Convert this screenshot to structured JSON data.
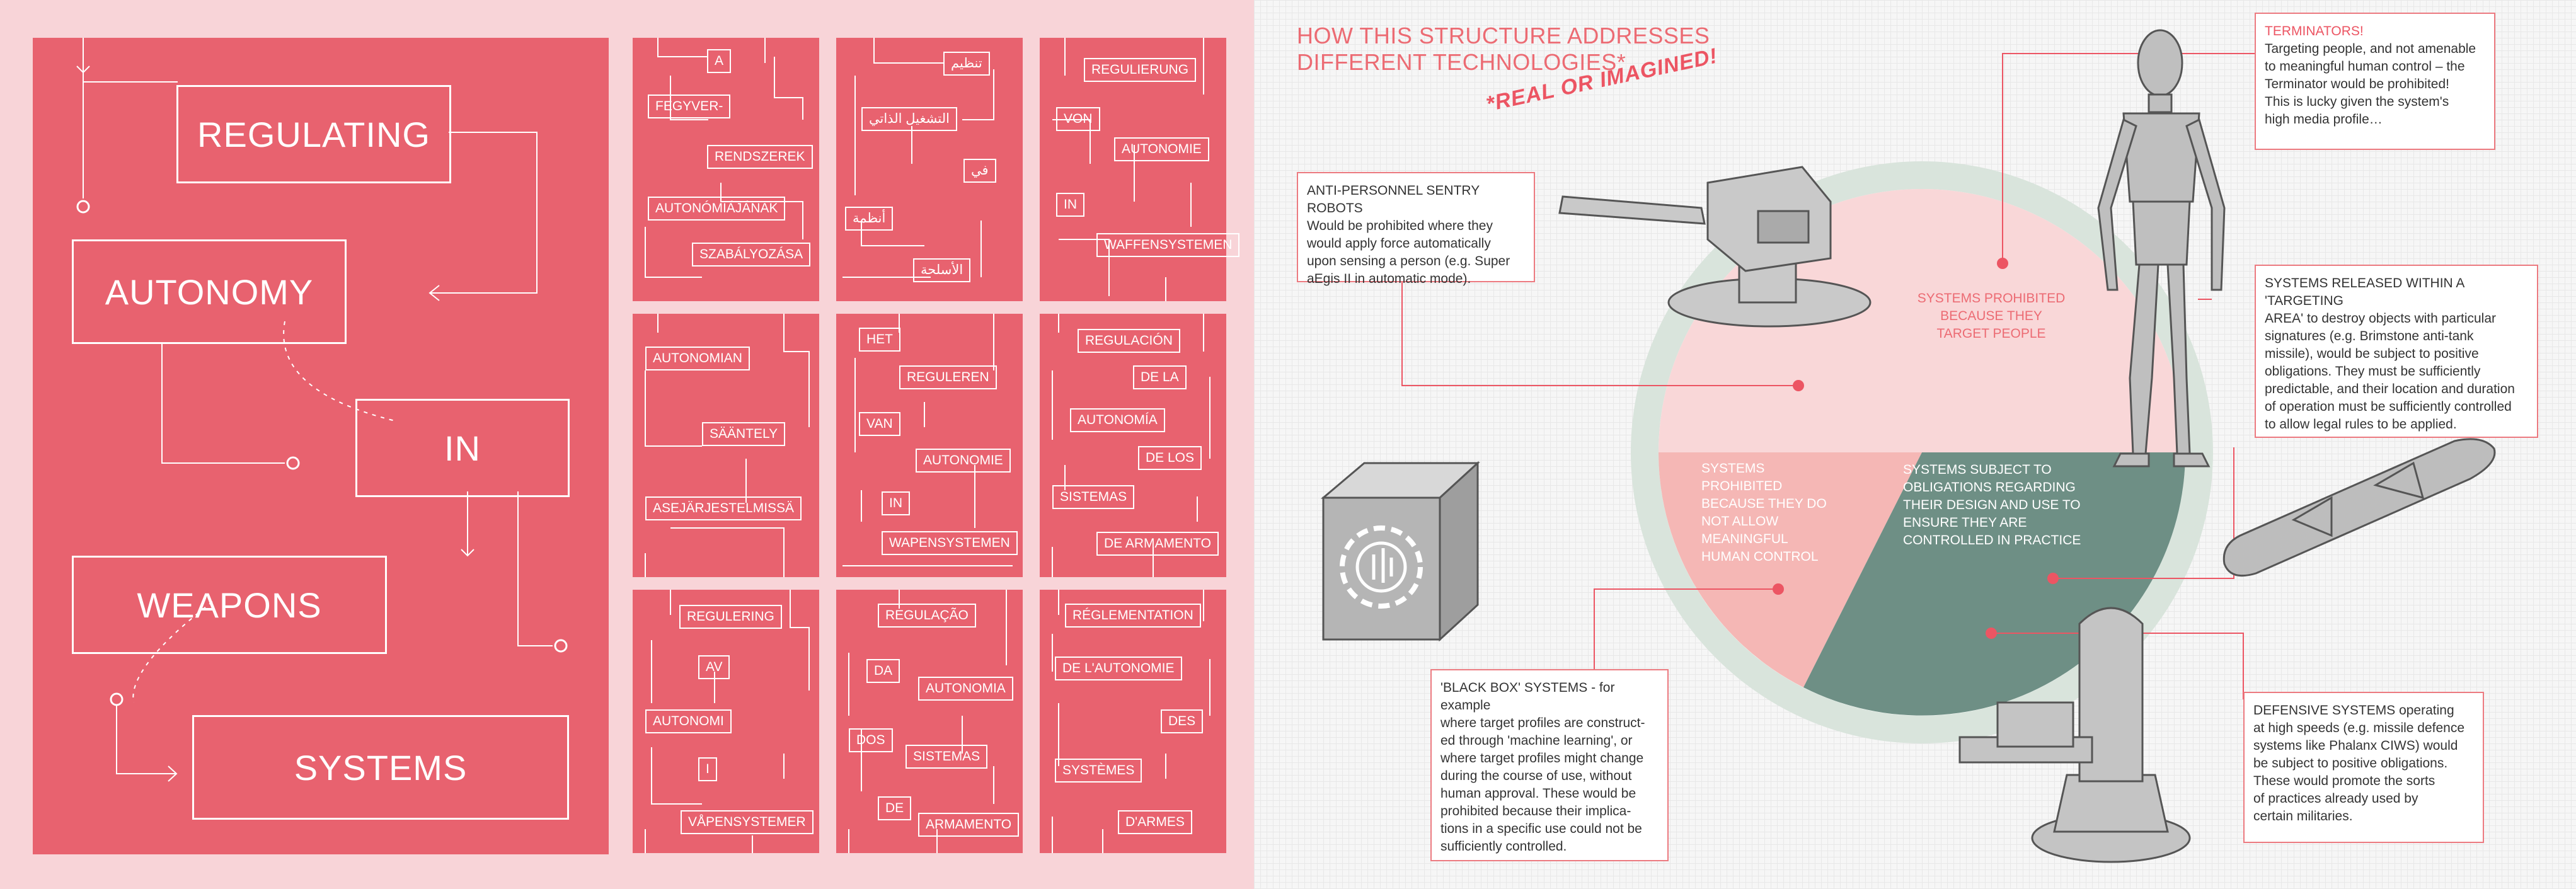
{
  "left_panel": {
    "main_boxes": [
      "REGULATING",
      "AUTONOMY",
      "IN",
      "WEAPONS",
      "SYSTEMS"
    ],
    "translations": [
      {
        "language": "hungarian",
        "words": [
          "A",
          "FEGYVER-",
          "RENDSZEREK",
          "AUTONÓMIÁJÁNAK",
          "SZABÁLYOZÁSA"
        ]
      },
      {
        "language": "arabic",
        "words": [
          "تنظيم",
          "التشغيل الذاتي",
          "في",
          "أنظمة",
          "الأسلحة"
        ]
      },
      {
        "language": "german",
        "words": [
          "REGULIERUNG",
          "VON",
          "AUTONOMIE",
          "IN",
          "WAFFENSYSTEMEN"
        ]
      },
      {
        "language": "finnish",
        "words": [
          "AUTONOMIAN",
          "SÄÄNTELY",
          "ASEJÄRJESTELMISSÄ"
        ]
      },
      {
        "language": "dutch",
        "words": [
          "HET",
          "REGULEREN",
          "VAN",
          "AUTONOMIE",
          "IN",
          "WAPENSYSTEMEN"
        ]
      },
      {
        "language": "spanish",
        "words": [
          "REGULACIÓN",
          "DE LA",
          "AUTONOMÍA",
          "DE LOS",
          "SISTEMAS",
          "DE ARMAMENTO"
        ]
      },
      {
        "language": "norwegian",
        "words": [
          "REGULERING",
          "AV",
          "AUTONOMI",
          "I",
          "VÅPENSYSTEMER"
        ]
      },
      {
        "language": "portuguese",
        "words": [
          "REGULAÇÃO",
          "DA",
          "AUTONOMIA",
          "DOS",
          "SISTEMAS",
          "DE",
          "ARMAMENTO"
        ]
      },
      {
        "language": "french",
        "words": [
          "RÉGLEMENTATION",
          "DE L'AUTONOMIE",
          "DES",
          "SYSTÈMES",
          "D'ARMES"
        ]
      }
    ]
  },
  "right_panel": {
    "title_lines": [
      "HOW THIS STRUCTURE ADDRESSES",
      "DIFFERENT TECHNOLOGIES*"
    ],
    "footnote": "*REAL OR IMAGINED!",
    "pie": {
      "top": [
        "SYSTEMS PROHIBITED",
        "BECAUSE THEY",
        "TARGET PEOPLE"
      ],
      "left": [
        "SYSTEMS PROHIBITED",
        "BECAUSE THEY DO",
        "NOT ALLOW",
        "MEANINGFUL",
        "HUMAN CONTROL"
      ],
      "right": [
        "SYSTEMS SUBJECT TO",
        "OBLIGATIONS REGARDING",
        "THEIR DESIGN AND USE TO",
        "ENSURE THEY ARE",
        "CONTROLLED IN PRACTICE"
      ],
      "colors": {
        "top": "#f9d7d8",
        "left": "#f5b7b5",
        "right": "#6e8f85",
        "ring": "#d9e4dc",
        "accent": "#ec5563"
      }
    },
    "callouts": {
      "sentry": {
        "heading": "ANTI-PERSONNEL SENTRY ROBOTS",
        "lines": [
          "Would be prohibited where they",
          "would apply force automatically",
          "upon sensing a person (e.g. Super",
          "aEgis II in automatic mode)."
        ]
      },
      "terminators": {
        "heading": "TERMINATORS!",
        "lines": [
          "Targeting people, and not amenable",
          "to meaningful human control – the",
          "Terminator would be prohibited!",
          "This is lucky given the system's",
          "high media profile…"
        ]
      },
      "targeting": {
        "heading": "SYSTEMS RELEASED WITHIN A 'TARGETING",
        "lines": [
          "AREA' to destroy objects with particular",
          "signatures (e.g. Brimstone anti-tank",
          "missile), would be subject to positive",
          "obligations. They must be sufficiently",
          "predictable, and their location and duration",
          "of operation must be sufficiently controlled",
          "to allow legal rules to be applied."
        ]
      },
      "blackbox": {
        "heading": "'BLACK BOX' SYSTEMS",
        "lines": [
          "- for example",
          "where target profiles are construct-",
          "ed through 'machine learning', or",
          "where target profiles might change",
          "during the course of use, without",
          "human approval. These would be",
          "prohibited because their implica-",
          "tions in a specific use could not be",
          "sufficiently controlled."
        ]
      },
      "defensive": {
        "heading": "DEFENSIVE SYSTEMS",
        "lines": [
          "operating",
          "at high speeds (e.g. missile defence",
          "systems like Phalanx CIWS) would",
          "be subject to positive obligations.",
          "These would promote the sorts",
          "of practices already used by",
          "certain militaries."
        ]
      }
    },
    "icons": [
      "sentry-gun-icon",
      "robot-icon",
      "missile-icon",
      "black-box-icon",
      "phalanx-turret-icon"
    ]
  }
}
